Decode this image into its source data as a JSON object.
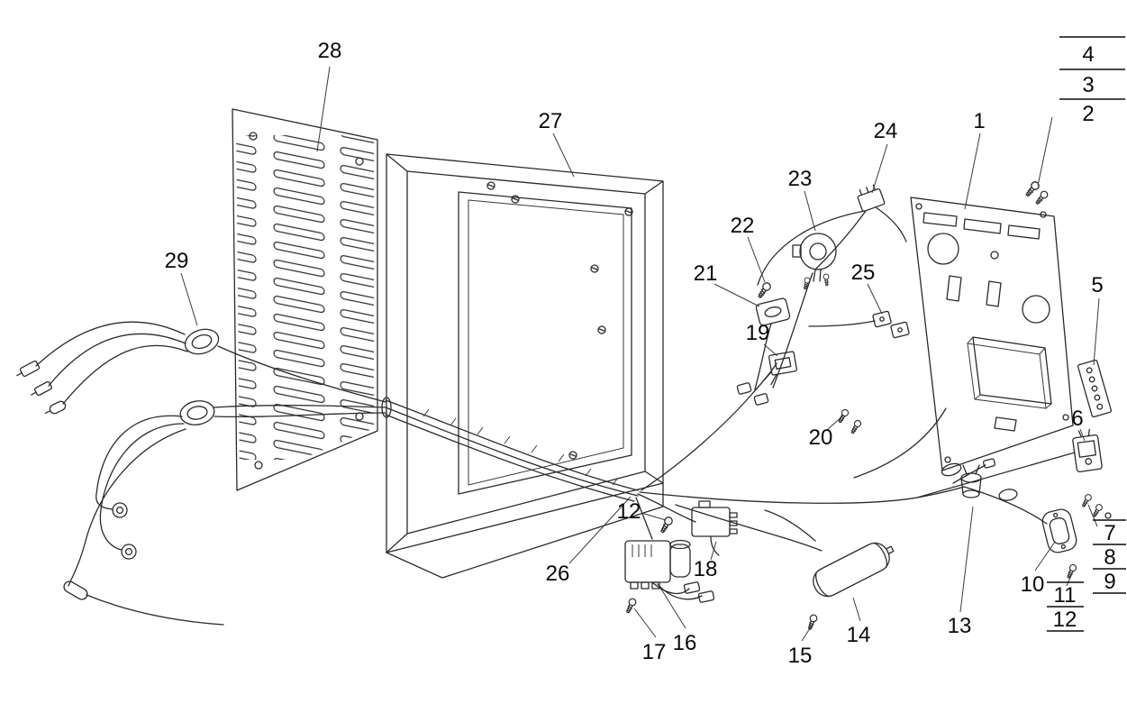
{
  "diagram": {
    "colors": {
      "background": "#ffffff",
      "line": "#2b2b2b",
      "text": "#0a0a0a"
    },
    "callouts": {
      "c1": "1",
      "c5": "5",
      "c6": "6",
      "c10": "10",
      "c12": "12",
      "c13": "13",
      "c14": "14",
      "c15": "15",
      "c16": "16",
      "c17": "17",
      "c18": "18",
      "c19": "19",
      "c20": "20",
      "c21": "21",
      "c22": "22",
      "c23": "23",
      "c24": "24",
      "c25": "25",
      "c26": "26",
      "c27": "27",
      "c28": "28",
      "c29": "29"
    },
    "stacks": {
      "top": [
        "4",
        "3",
        "2"
      ],
      "mid": [
        "7",
        "8",
        "9"
      ],
      "low": [
        "11",
        "12"
      ]
    }
  }
}
